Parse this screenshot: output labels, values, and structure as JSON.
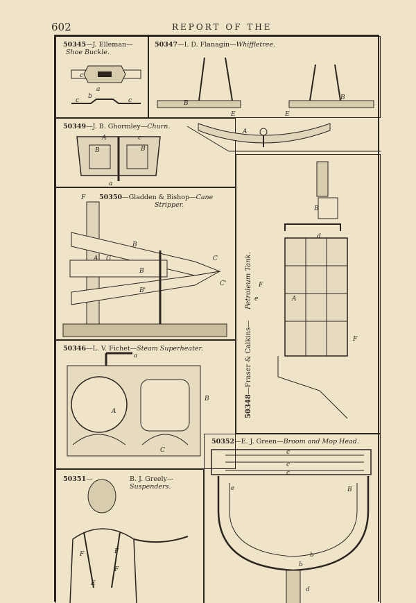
{
  "header": {
    "page_number": "602",
    "running_head": "REPORT OF THE"
  },
  "figures": [
    {
      "number": "50345",
      "inventor": "J. Elleman",
      "title": "Shoe Buckle."
    },
    {
      "number": "50347",
      "inventor": "I. D. Flanagin",
      "title": "Whiffletree."
    },
    {
      "number": "50349",
      "inventor": "J. B. Ghormley",
      "title": "Churn."
    },
    {
      "number": "50350",
      "inventor": "Gladden & Bishop",
      "title": "Cane",
      "title_line2": "Stripper."
    },
    {
      "number": "50346",
      "inventor": "L. V. Fichet",
      "title": "Steam Superheater."
    },
    {
      "number": "50348",
      "inventor": "Fraser & Calkins",
      "title": "Petroleum Tank."
    },
    {
      "number": "50351",
      "inventor": "B. J. Greely",
      "title": "Suspenders."
    },
    {
      "number": "50352",
      "inventor": "E. J. Green",
      "title": "Broom and Mop Head."
    }
  ],
  "colors": {
    "paper": "#efe4c8",
    "ink": "#2b2520"
  }
}
